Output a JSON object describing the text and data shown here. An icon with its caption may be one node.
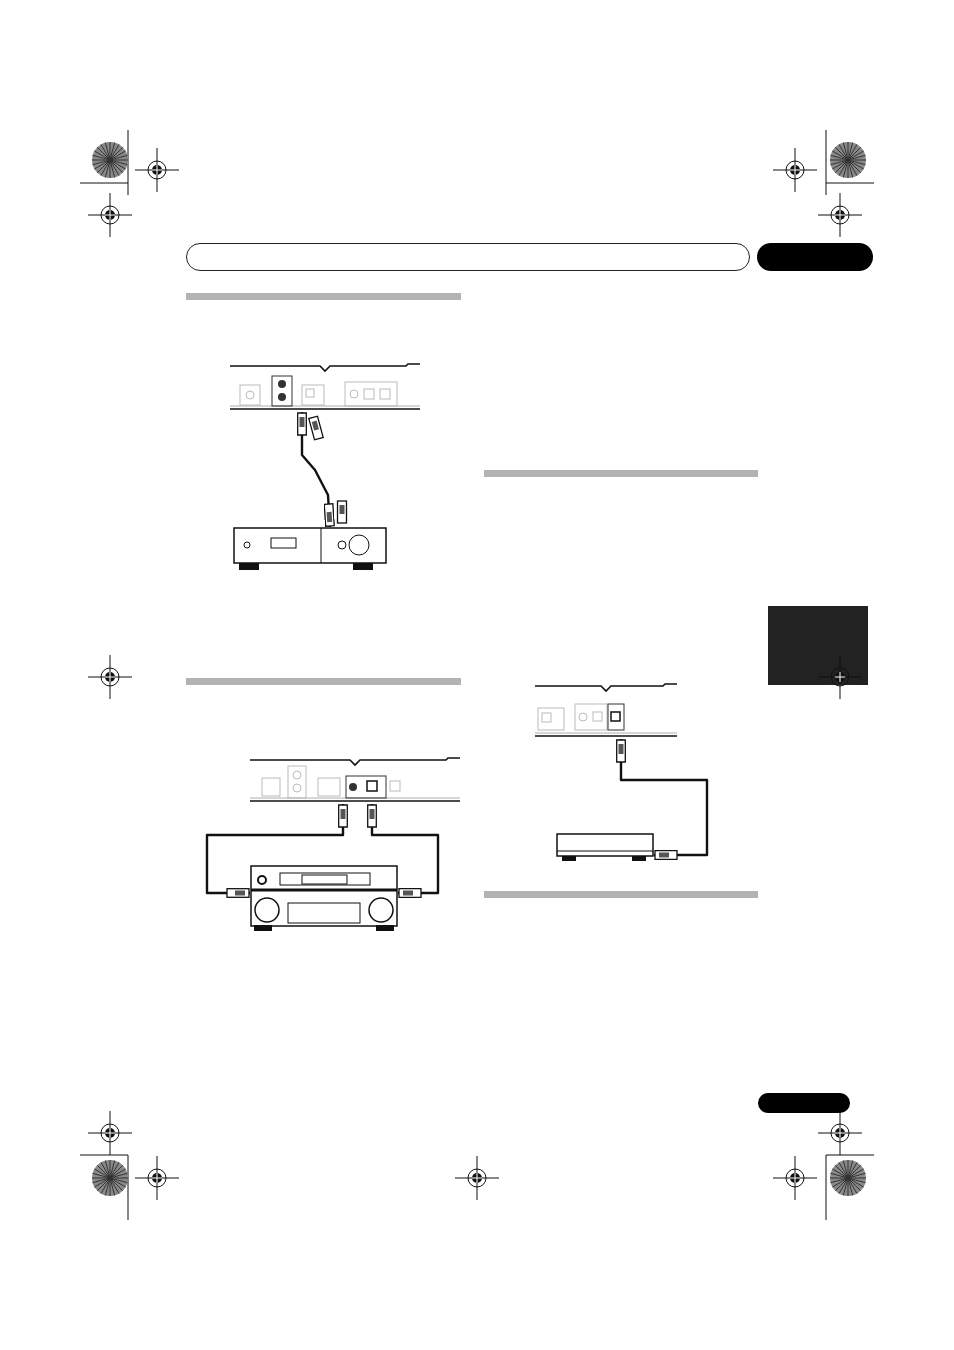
{
  "diagram": {
    "nodes": [
      {
        "text": [],
        "shape": "box"
      },
      {
        "text": [],
        "shape": "box"
      },
      {
        "text": [],
        "shape": "box"
      },
      {
        "text": [],
        "shape": "box"
      },
      {
        "text": [],
        "shape": "box"
      },
      {
        "text": [],
        "shape": "box"
      },
      {
        "text": [],
        "shape": "box"
      },
      {
        "text": [],
        "shape": "box"
      }
    ],
    "edges": [
      {
        "from": 1,
        "to": 2,
        "arrow": "other"
      },
      {
        "from": 3,
        "to": 4,
        "arrow": "other"
      },
      {
        "from": 3,
        "to": 4,
        "arrow": "other"
      },
      {
        "from": 6,
        "to": 7,
        "arrow": "other"
      }
    ]
  }
}
